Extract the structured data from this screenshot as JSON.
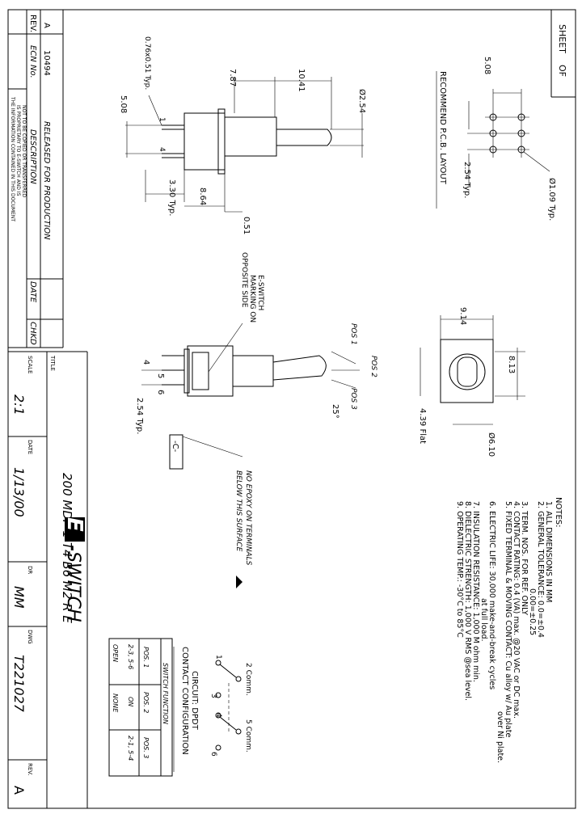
{
  "sheet": {
    "label": "SHEET",
    "of": "OF"
  },
  "revision_table": {
    "rev_header": "REV.",
    "ecn_header": "ECN No.",
    "desc_header": "DESCRIPTION",
    "date_header": "DATE",
    "chkd_header": "CHKD",
    "row": {
      "rev": "A",
      "ecn": "10494",
      "desc": "RELEASED FOR PRODUCTION"
    },
    "notice": [
      "THE INFORMATION CONTAINED IN THIS DOCUMENT",
      "IS PROPRIETARY TO E-SWITCH AND IS",
      "NOT TO BE COPIED OR TRANSFERRED"
    ]
  },
  "title_block": {
    "title_label": "TITLE",
    "title": "200 MDP-1 T4 B6 M2 R E",
    "brand": "E-SWITCH",
    "scale_label": "SCALE",
    "scale": "2:1",
    "date_label": "DATE",
    "date": "1/13/00",
    "dr_label": "DR",
    "dr": "MM",
    "dwg_label": "DWG",
    "dwg": "T221027",
    "rev_label": "REV.",
    "rev": "A"
  },
  "pcb_layout": {
    "title": "RECOMMEND P.C.B. LAYOUT",
    "dim_pitch_a": "5.08",
    "dim_pitch_b": "2.54 Typ.",
    "dim_hole": "Ø1.09 Typ."
  },
  "side_view": {
    "dims": [
      "0.76x0.51 Typ.",
      "7.87",
      "10.41",
      "Ø2.54",
      "5.08",
      "3.30 Typ.",
      "8.64",
      "0.51"
    ],
    "pins": [
      "1",
      "4"
    ]
  },
  "front_view": {
    "dims": [
      "4",
      "5",
      "6",
      "2.54 Typ."
    ],
    "marking": [
      "E-SWITCH",
      "MARKING ON",
      "OPPOSITE SIDE"
    ],
    "pos": [
      "POS 1",
      "POS 2",
      "POS 3"
    ],
    "angle": "25°",
    "datum": "-C-",
    "epoxy_note": [
      "NO EPOXY ON TERMINALS",
      "BELOW THIS SURFACE"
    ]
  },
  "top_view": {
    "dims": [
      "9.14",
      "8.13",
      "4.39 Flat",
      "Ø6.10"
    ]
  },
  "notes": {
    "header": "NOTES:",
    "lines": [
      "1. ALL DIMENSIONS IN MM",
      "2. GENERAL TOLERANCE: 0.0=±0.4",
      "0.00=±0.25",
      "3. TERM. NOS. FOR REF. ONLY",
      "4. CONTACT RATING: 0.4 (VA) max. @20 VAC or DC max.",
      "5. FIXED TERMINAL & MOVING CONTACT: Cu alloy w/ Au plate",
      "over Ni plate.",
      "6. ELECTRIC LIFE: 30,000 make-and-break cycles",
      "at full load.",
      "7. INSULATION RESISTANCE: 1,000 M ohm min.",
      "8. DIELECTRIC STRENGTH: 1,000 V RMS @sea level.",
      "9. OPERATING TEMP.: -30°C to 85°C"
    ]
  },
  "circuit": {
    "title": "CIRCUIT: DPDT",
    "config": "CONTACT CONFIGURATION",
    "function": "SWITCH FUNCTION",
    "headers": [
      "POS. 1",
      "POS. 2",
      "POS. 3"
    ],
    "row1": [
      "2-3, 5-6",
      "ON",
      "2-1, 5-4"
    ],
    "row2": [
      "OPEN",
      "NONE",
      ""
    ],
    "labels": {
      "c2": "2 Comm.",
      "c5": "5 Comm.",
      "p1": "1",
      "p3": "3",
      "p4": "4",
      "p6": "6"
    }
  }
}
